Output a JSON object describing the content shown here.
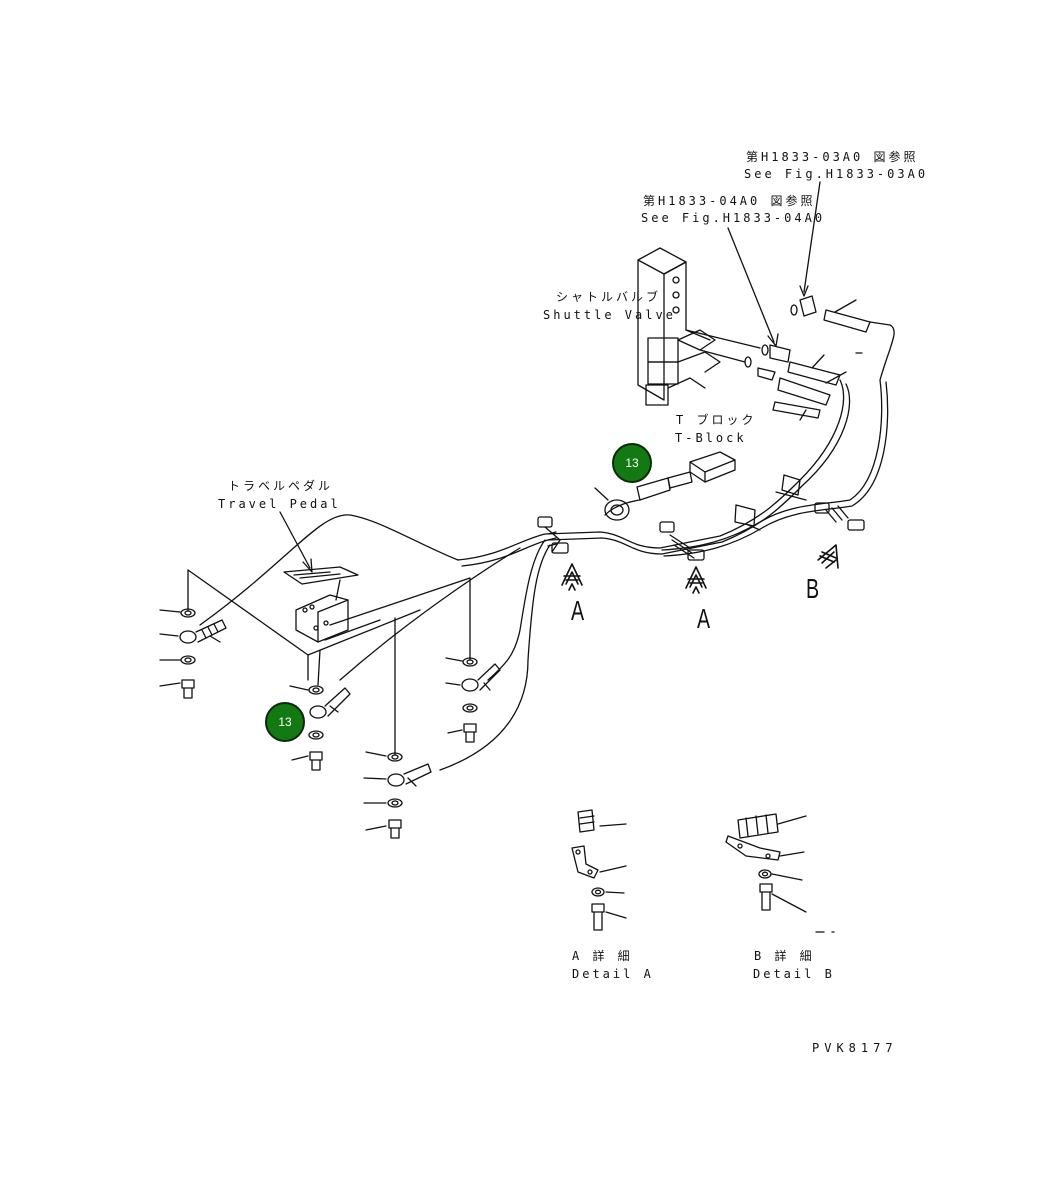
{
  "labels": {
    "ref1_jp": "第H1833-03A0 図参照",
    "ref1_en": "See Fig.H1833-03A0",
    "ref2_jp": "第H1833-04A0 図参照",
    "ref2_en": "See Fig.H1833-04A0",
    "shuttle_jp": "シャトルバルブ",
    "shuttle_en": "Shuttle Valve",
    "tblock_jp": "T ブロック",
    "tblock_en": "T-Block",
    "pedal_jp": "トラベルペダル",
    "pedal_en": "Travel Pedal",
    "view_a1": "A",
    "view_a2": "A",
    "view_b": "B",
    "detail_a_jp": "A 詳 細",
    "detail_a_en": "Detail A",
    "detail_b_jp": "B 詳 細",
    "detail_b_en": "Detail B",
    "drawing_code": "PVK8177"
  },
  "callouts": {
    "badge_top": "13",
    "badge_left": "13"
  },
  "colors": {
    "badge_fill": "#137a13",
    "line": "#111111"
  }
}
